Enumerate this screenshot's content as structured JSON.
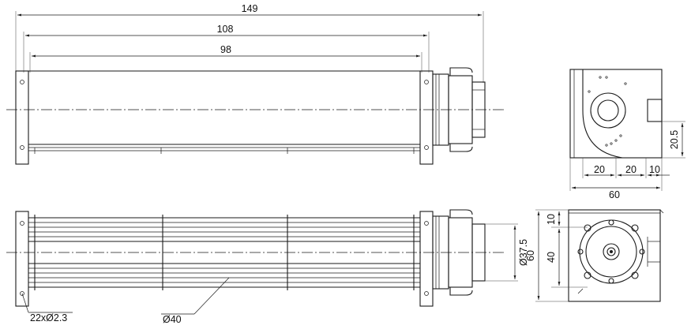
{
  "dimensions": {
    "total_length": "149",
    "housing_length": "108",
    "impeller_length": "98",
    "side_height_20_5": "20.5",
    "side_width_20_a": "20",
    "side_width_20_b": "20",
    "side_width_10": "10",
    "side_width_60": "60",
    "motor_diameter": "Ø37.5",
    "impeller_diameter": "Ø40",
    "holes": "22xØ2.3",
    "end_height_60": "60",
    "end_offset_10": "10",
    "end_spacing_40": "40"
  },
  "colors": {
    "line": "#1a1a1a",
    "background": "#ffffff"
  }
}
